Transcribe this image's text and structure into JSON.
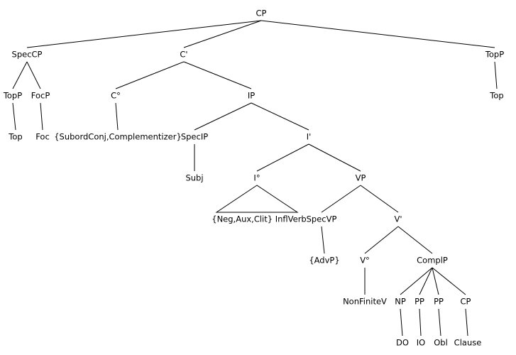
{
  "diagram": {
    "type": "syntax-tree",
    "nodes": {
      "cp_root": "CP",
      "speccp": "SpecCP",
      "cbar": "C'",
      "topp_right": "TopP",
      "topp_left": "TopP",
      "focp": "FocP",
      "c0": "C°",
      "ip": "IP",
      "top_right": "Top",
      "top_left": "Top",
      "foc": "Foc",
      "complementizer": "{SubordConj,Complementizer}",
      "specip": "SpecIP",
      "ibar": "I'",
      "subj": "Subj",
      "i0": "I°",
      "vp": "VP",
      "infl_verb": "{Neg,Aux,Clit} InflVerb",
      "specvp": "SpecVP",
      "vbar": "V'",
      "advp": "{AdvP}",
      "v0": "V°",
      "complp": "ComplP",
      "nonfinitev": "NonFiniteV",
      "np": "NP",
      "pp1": "PP",
      "pp2": "PP",
      "cp_leaf": "CP",
      "do": "DO",
      "io": "IO",
      "obl": "Obl",
      "clause": "Clause"
    },
    "edges": [
      [
        "cp_root",
        "speccp"
      ],
      [
        "cp_root",
        "cbar"
      ],
      [
        "cp_root",
        "topp_right"
      ],
      [
        "speccp",
        "topp_left"
      ],
      [
        "speccp",
        "focp"
      ],
      [
        "cbar",
        "c0"
      ],
      [
        "cbar",
        "ip"
      ],
      [
        "topp_right",
        "top_right"
      ],
      [
        "topp_left",
        "top_left"
      ],
      [
        "focp",
        "foc"
      ],
      [
        "c0",
        "complementizer"
      ],
      [
        "ip",
        "specip"
      ],
      [
        "ip",
        "ibar"
      ],
      [
        "specip",
        "subj"
      ],
      [
        "ibar",
        "i0"
      ],
      [
        "ibar",
        "vp"
      ],
      [
        "vp",
        "specvp"
      ],
      [
        "vp",
        "vbar"
      ],
      [
        "specvp",
        "advp"
      ],
      [
        "vbar",
        "v0"
      ],
      [
        "vbar",
        "complp"
      ],
      [
        "v0",
        "nonfinitev"
      ],
      [
        "complp",
        "np"
      ],
      [
        "complp",
        "pp1"
      ],
      [
        "complp",
        "pp2"
      ],
      [
        "complp",
        "cp_leaf"
      ],
      [
        "np",
        "do"
      ],
      [
        "pp1",
        "io"
      ],
      [
        "pp2",
        "obl"
      ],
      [
        "cp_leaf",
        "clause"
      ]
    ],
    "triangles": [
      [
        "i0",
        "infl_verb"
      ]
    ]
  }
}
